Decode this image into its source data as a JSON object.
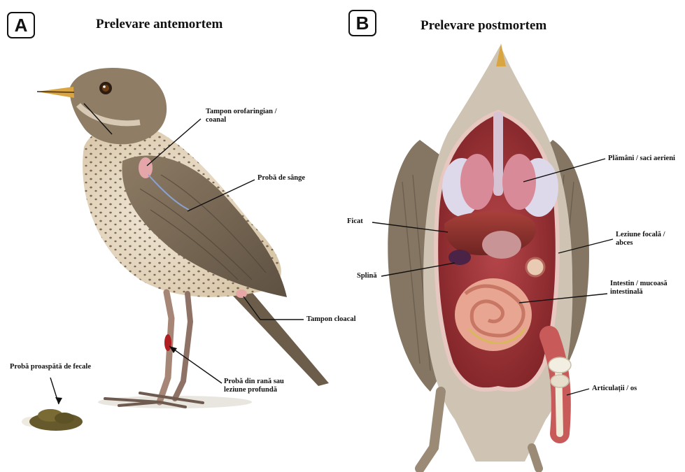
{
  "panels": {
    "a": {
      "letter": "A",
      "title": "Prelevare antemortem"
    },
    "b": {
      "letter": "B",
      "title": "Prelevare postmortem"
    }
  },
  "labels_a": {
    "oropharyngeal_line1": "Tampon orofaringian /",
    "oropharyngeal_line2": "coanal",
    "blood": "Probă de sânge",
    "cloacal": "Tampon cloacal",
    "feces": "Probă proaspătă de fecale",
    "wound_line1": "Probă din rană sau",
    "wound_line2": "leziune profundă"
  },
  "labels_b": {
    "lungs": "Plămâni / saci aerieni",
    "liver": "Ficat",
    "spleen": "Splină",
    "lesion_line1": "Leziune focală /",
    "lesion_line2": "abces",
    "intestine_line1": "Intestin / mucoasă",
    "intestine_line2": "intestinală",
    "joint": "Articulații / os"
  },
  "colors": {
    "plumage": "#8c7a63",
    "breast": "#e8dcc8",
    "liver": "#8e2f2a",
    "lung": "#d98a98",
    "intestine": "#e8a592",
    "spleen": "#4a2346",
    "beak": "#d9a541"
  }
}
